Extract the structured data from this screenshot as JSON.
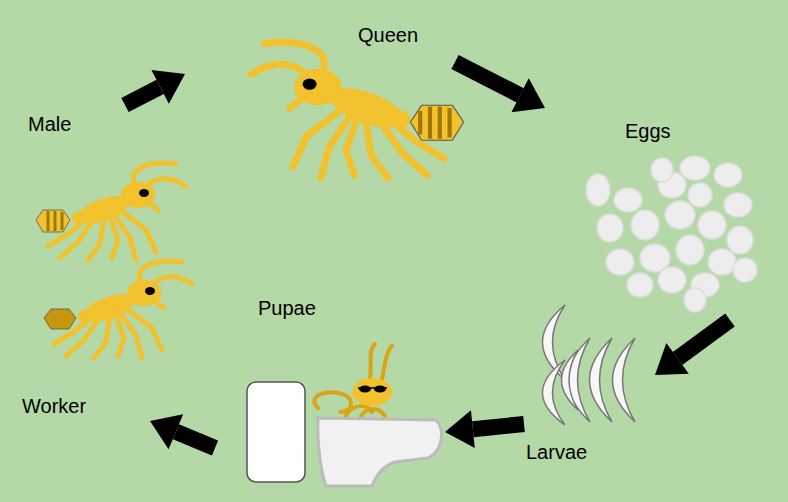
{
  "diagram": {
    "nodes": [
      {
        "text": [
          "Queen"
        ]
      },
      {
        "text": [
          "Eggs"
        ]
      },
      {
        "text": [
          "Larvae"
        ]
      },
      {
        "text": [
          "Pupae"
        ]
      },
      {
        "text": [
          "Worker"
        ]
      },
      {
        "text": [
          "Male"
        ]
      }
    ],
    "edges": [
      {
        "from": 0,
        "to": 1,
        "arrow": "to"
      },
      {
        "from": 1,
        "to": 2,
        "arrow": "to"
      },
      {
        "from": 2,
        "to": 3,
        "arrow": "to"
      },
      {
        "from": 3,
        "to": 4,
        "arrow": "to"
      },
      {
        "from": 5,
        "to": 0,
        "arrow": "to"
      }
    ]
  }
}
